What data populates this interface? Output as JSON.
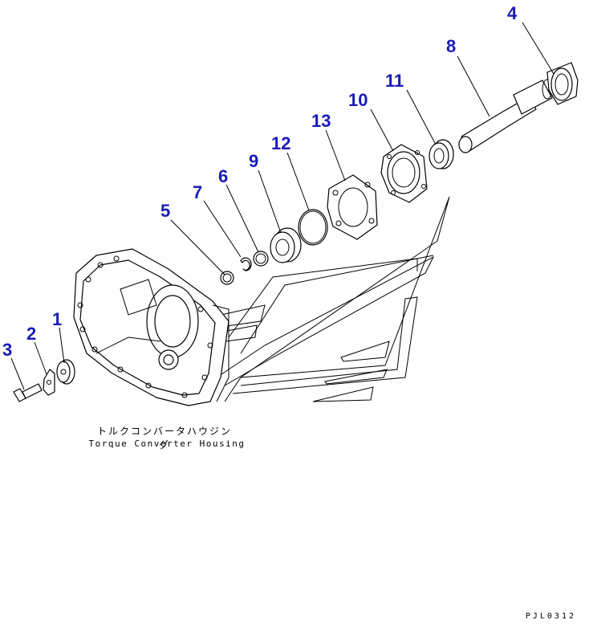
{
  "diagram": {
    "caption_jp": "トルクコンバータハウジング",
    "caption_en": "Torque Converter Housing",
    "drawing_code": "PJL0312",
    "callout_color": "#1a1ab8",
    "callouts": [
      {
        "label": "1"
      },
      {
        "label": "2"
      },
      {
        "label": "3"
      },
      {
        "label": "4"
      },
      {
        "label": "5"
      },
      {
        "label": "6"
      },
      {
        "label": "7"
      },
      {
        "label": "8"
      },
      {
        "label": "9"
      },
      {
        "label": "10"
      },
      {
        "label": "11"
      },
      {
        "label": "12"
      },
      {
        "label": "13"
      }
    ]
  }
}
